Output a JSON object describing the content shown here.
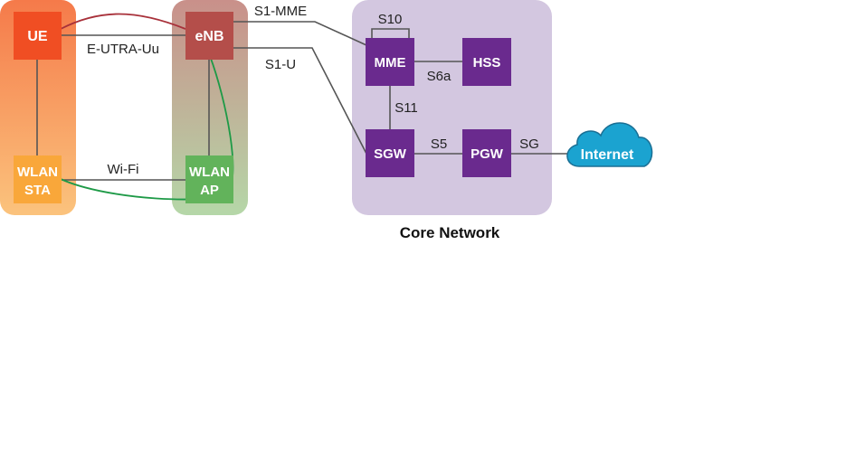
{
  "colors": {
    "ue_group_top": "#f57a4a",
    "ue_group_bottom": "#fbc37d",
    "enb_group_top": "#c9908a",
    "enb_group_bottom": "#b5d7a8",
    "core_group": "#d3c7e0",
    "ue": "#f04e23",
    "wlan_sta": "#f9a73a",
    "enb": "#b44e4a",
    "wlan_ap": "#62b35b",
    "core_node": "#6a2a8e",
    "cloud": "#1ba3d0",
    "line_gray": "#555555",
    "line_red": "#a8313a",
    "line_green": "#1e9a47"
  },
  "nodes": {
    "ue": "UE",
    "wlan_sta_line1": "WLAN",
    "wlan_sta_line2": "STA",
    "enb": "eNB",
    "wlan_ap_line1": "WLAN",
    "wlan_ap_line2": "AP",
    "mme": "MME",
    "hss": "HSS",
    "sgw": "SGW",
    "pgw": "PGW",
    "internet": "Internet"
  },
  "links": {
    "e_utra_uu": "E-UTRA-Uu",
    "wifi": "Wi-Fi",
    "s1_mme": "S1-MME",
    "s1_u": "S1-U",
    "s10": "S10",
    "s6a": "S6a",
    "s11": "S11",
    "s5": "S5",
    "sg": "SG"
  },
  "captions": {
    "core_network": "Core Network"
  }
}
